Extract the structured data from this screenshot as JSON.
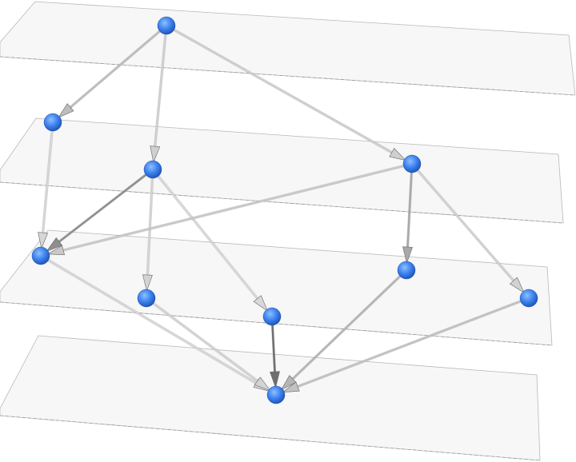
{
  "graph": {
    "type": "layered-directed-graph-3d",
    "layers": 4,
    "node_color": "#3f84f0",
    "edge_color": "#c8c8c8",
    "nodes": [
      {
        "id": "n0",
        "layer": 0
      },
      {
        "id": "n1",
        "layer": 1
      },
      {
        "id": "n2",
        "layer": 1
      },
      {
        "id": "n3",
        "layer": 1
      },
      {
        "id": "n4",
        "layer": 2
      },
      {
        "id": "n5",
        "layer": 2
      },
      {
        "id": "n6",
        "layer": 2
      },
      {
        "id": "n7",
        "layer": 2
      },
      {
        "id": "n8",
        "layer": 2
      },
      {
        "id": "n9",
        "layer": 3
      }
    ],
    "edges": [
      [
        "n0",
        "n1"
      ],
      [
        "n0",
        "n2"
      ],
      [
        "n0",
        "n3"
      ],
      [
        "n1",
        "n4"
      ],
      [
        "n2",
        "n4"
      ],
      [
        "n2",
        "n5"
      ],
      [
        "n2",
        "n6"
      ],
      [
        "n3",
        "n4"
      ],
      [
        "n3",
        "n7"
      ],
      [
        "n3",
        "n8"
      ],
      [
        "n4",
        "n9"
      ],
      [
        "n5",
        "n9"
      ],
      [
        "n6",
        "n9"
      ],
      [
        "n7",
        "n9"
      ],
      [
        "n8",
        "n9"
      ]
    ]
  }
}
